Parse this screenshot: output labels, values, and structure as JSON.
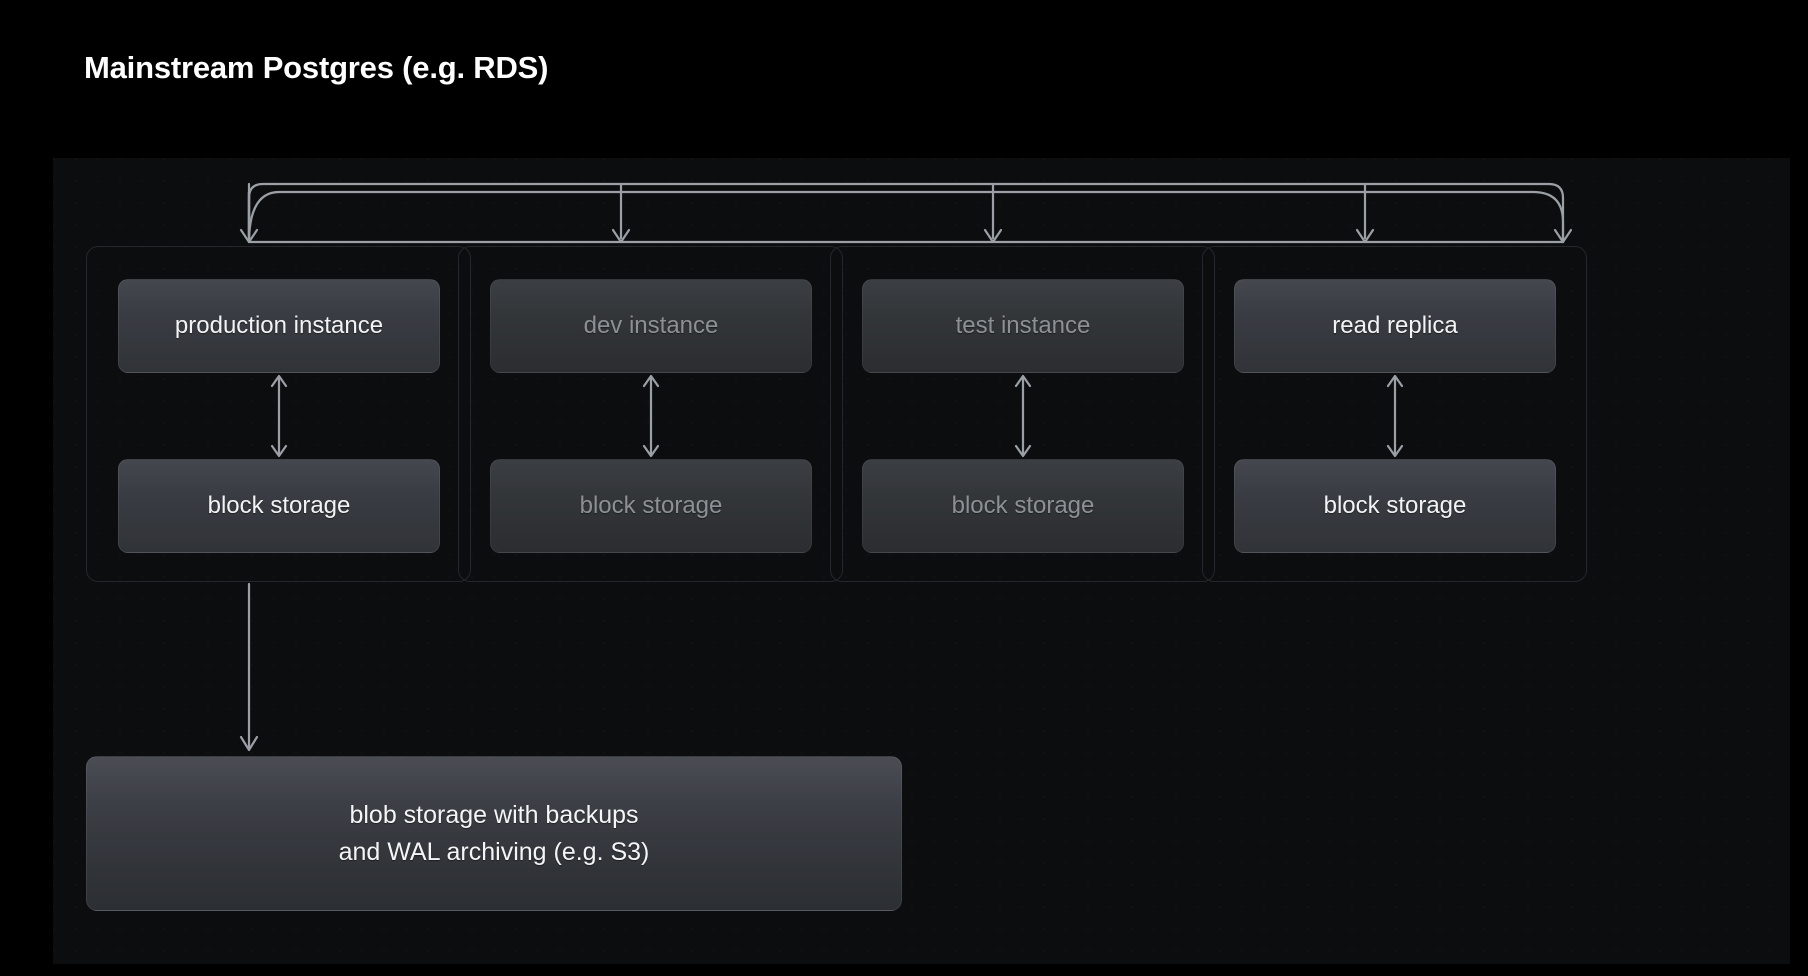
{
  "title": "Mainstream Postgres (e.g. RDS)",
  "colors": {
    "background": "#000000",
    "panel": "#0c0d0e",
    "node_fill_top": "#44484e",
    "node_fill_bottom": "#303338",
    "node_border": "rgba(255,255,255,0.075)",
    "group_border": "#24262b",
    "connector": "#9aa0a6",
    "text_bright": "#f2f3f5",
    "text_dim": "#8d9095"
  },
  "diagram": {
    "type": "architecture-tree",
    "columns": [
      {
        "id": "production",
        "dimmed": false,
        "instance_label": "production instance",
        "storage_label": "block storage",
        "link": "bidirectional"
      },
      {
        "id": "dev",
        "dimmed": true,
        "instance_label": "dev instance",
        "storage_label": "block storage",
        "link": "bidirectional"
      },
      {
        "id": "test",
        "dimmed": true,
        "instance_label": "test instance",
        "storage_label": "block storage",
        "link": "bidirectional"
      },
      {
        "id": "read-replica",
        "dimmed": false,
        "instance_label": "read replica",
        "storage_label": "block storage",
        "link": "bidirectional"
      }
    ],
    "blob": {
      "line1": "blob storage with backups",
      "line2": "and WAL archiving (e.g. S3)"
    }
  }
}
